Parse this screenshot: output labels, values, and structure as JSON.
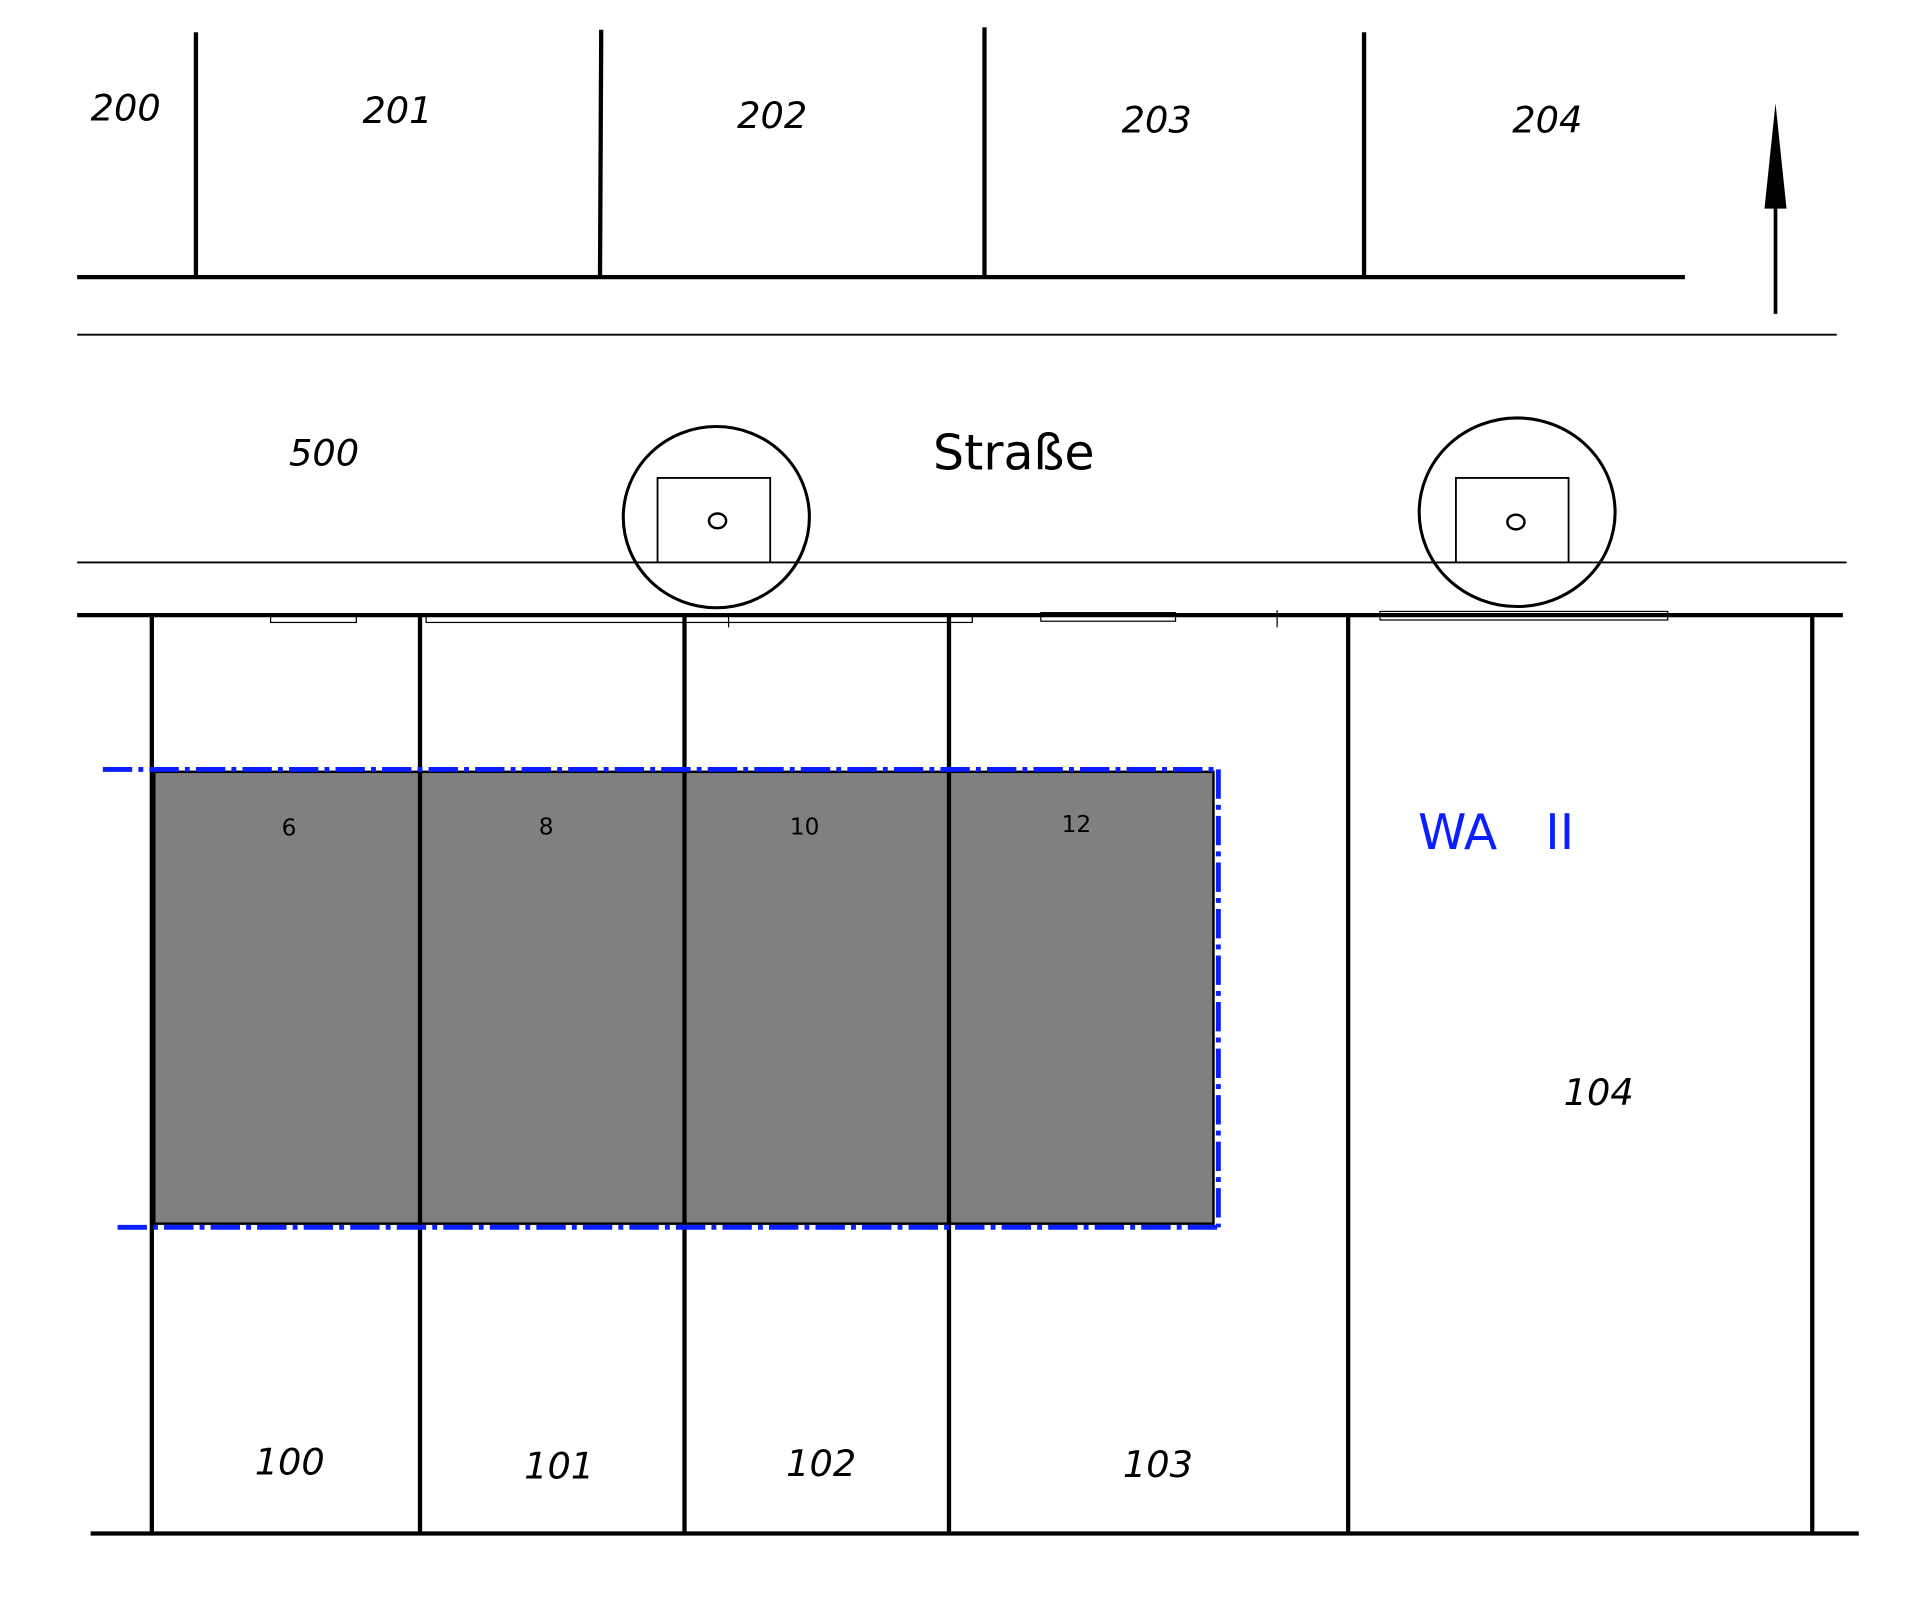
{
  "parcels_north": [
    "200",
    "201",
    "202",
    "203",
    "204"
  ],
  "street": {
    "label": "Straße",
    "parcel": "500"
  },
  "parcels_south": [
    "100",
    "101",
    "102",
    "103",
    "104"
  ],
  "buildings": [
    "6",
    "8",
    "10",
    "12"
  ],
  "zone": {
    "use": "WA",
    "storeys": "II"
  },
  "colors": {
    "building": "#808080",
    "boundary": "#0a1eff",
    "line": "#000000"
  }
}
